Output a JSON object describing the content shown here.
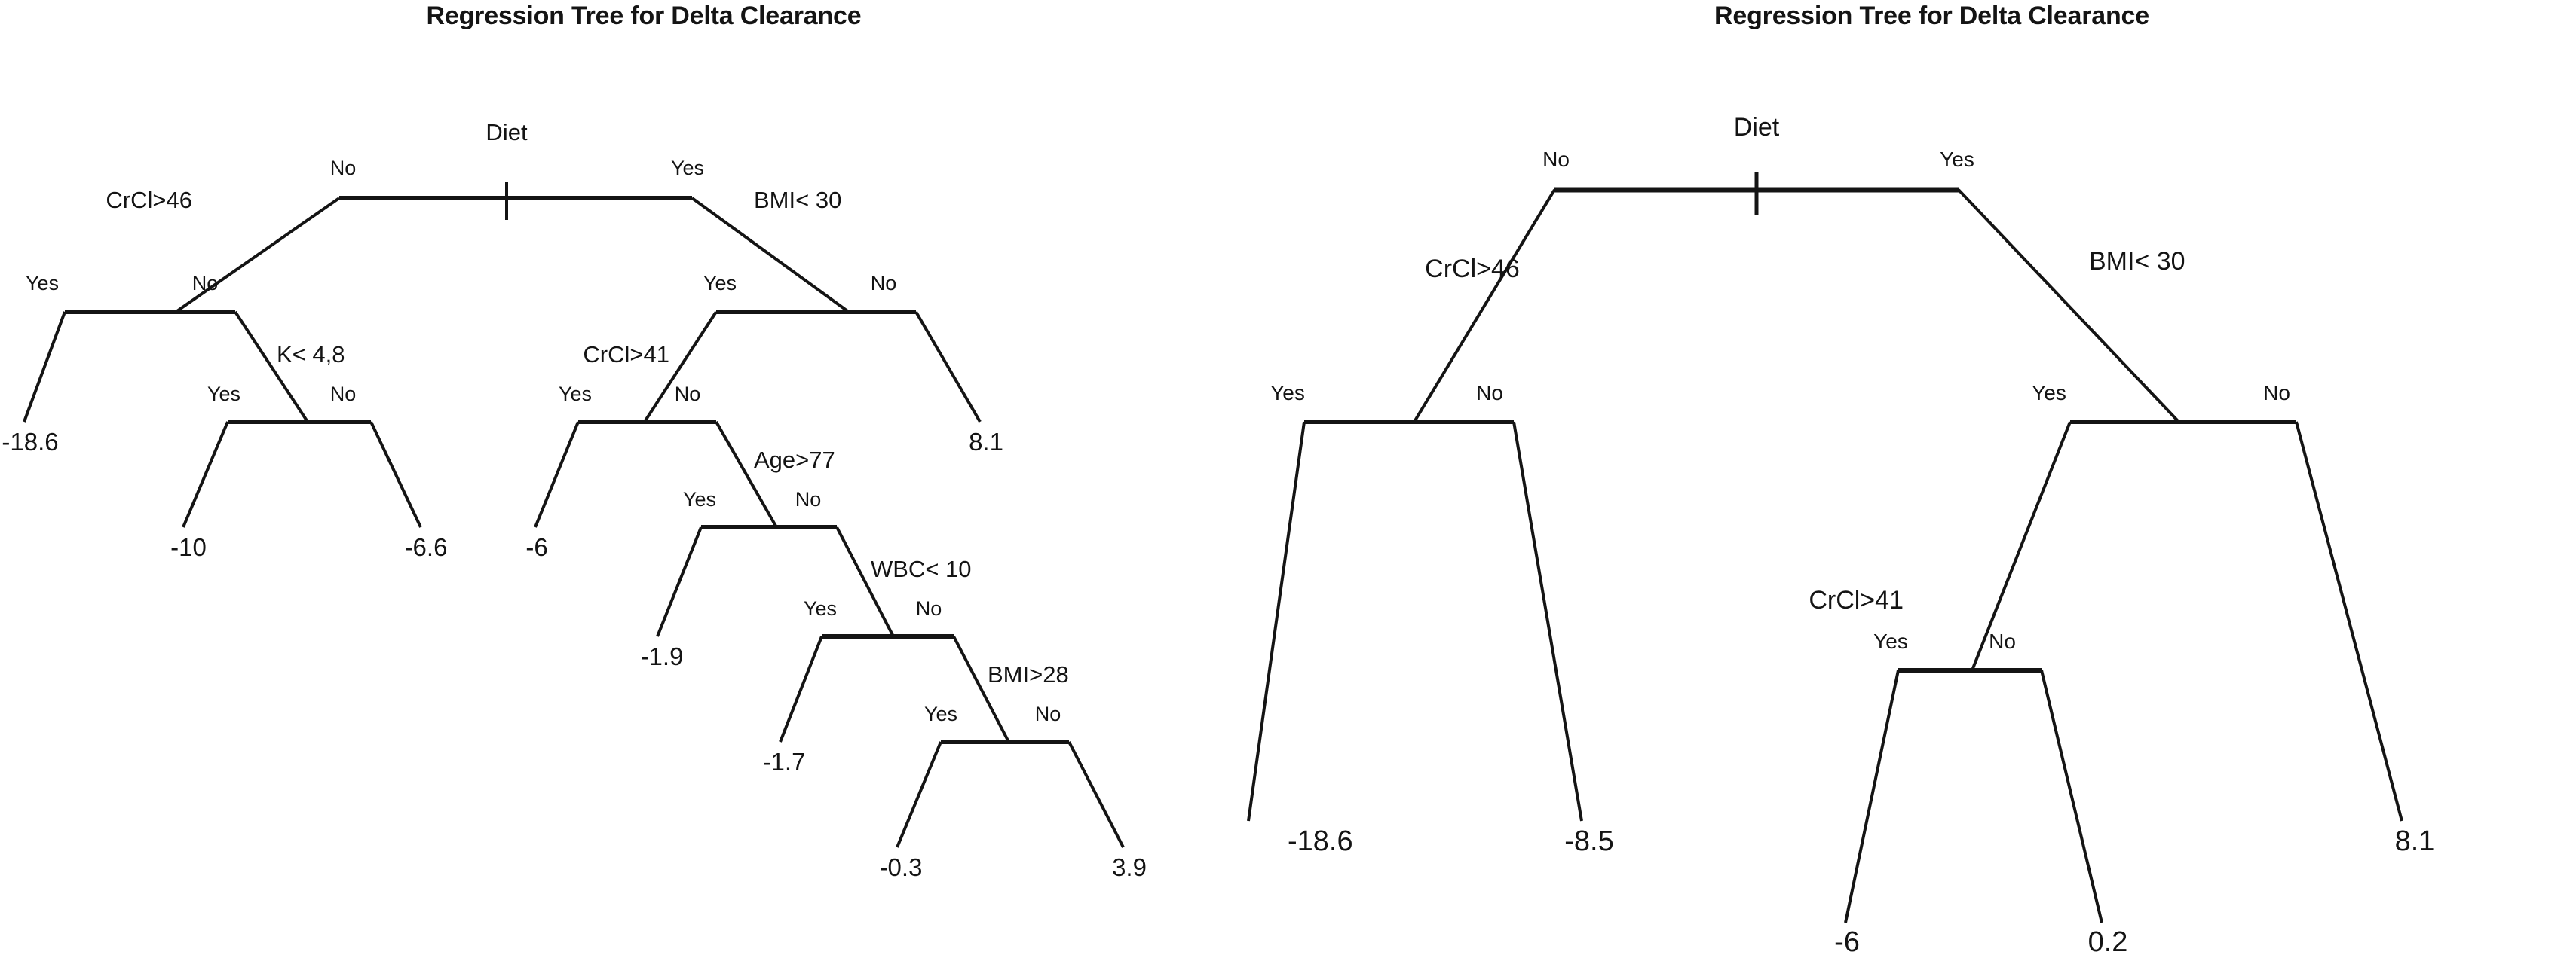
{
  "page": {
    "background_color": "#ffffff",
    "line_color": "#141414",
    "text_color": "#141414"
  },
  "panels": [
    {
      "id": "left",
      "title": "Regression Tree for Delta Clearance"
    },
    {
      "id": "right",
      "title": "Regression Tree for Delta Clearance"
    }
  ],
  "chart_data": [
    {
      "type": "diagram",
      "subtype": "regression-tree",
      "title": "Regression Tree for Delta Clearance",
      "panel": "left",
      "root": "Diet",
      "splits": [
        "Diet",
        "CrCl>46",
        "BMI< 30",
        "K< 4,8",
        "CrCl>41",
        "Age>77",
        "WBC< 10",
        "BMI>28"
      ],
      "branch_labels": [
        "No",
        "Yes"
      ],
      "leaves": [
        "-18.6",
        "-10",
        "-6.6",
        "-6",
        "-1.9",
        "-1.7",
        "-0.3",
        "3.9",
        "8.1"
      ],
      "nodes": [
        {
          "split": "Diet",
          "no": "CrCl>46",
          "yes": "BMI< 30"
        },
        {
          "split": "CrCl>46",
          "no": "K< 4,8",
          "yes": "-18.6"
        },
        {
          "split": "K< 4,8",
          "no": "-6.6",
          "yes": "-10"
        },
        {
          "split": "BMI< 30",
          "no": "8.1",
          "yes": "CrCl>41"
        },
        {
          "split": "CrCl>41",
          "no": "Age>77",
          "yes": "-6"
        },
        {
          "split": "Age>77",
          "no": "WBC< 10",
          "yes": "-1.9"
        },
        {
          "split": "WBC< 10",
          "no": "BMI>28",
          "yes": "-1.7"
        },
        {
          "split": "BMI>28",
          "no": "3.9",
          "yes": "-0.3"
        }
      ]
    },
    {
      "type": "diagram",
      "subtype": "regression-tree",
      "title": "Regression Tree for Delta Clearance",
      "panel": "right",
      "root": "Diet",
      "splits": [
        "Diet",
        "CrCl>46",
        "BMI< 30",
        "CrCl>41"
      ],
      "branch_labels": [
        "No",
        "Yes"
      ],
      "leaves": [
        "-18.6",
        "-8.5",
        "-6",
        "0.2",
        "8.1"
      ],
      "nodes": [
        {
          "split": "Diet",
          "no": "CrCl>46",
          "yes": "BMI< 30"
        },
        {
          "split": "CrCl>46",
          "no": "-8.5",
          "yes": "-18.6"
        },
        {
          "split": "BMI< 30",
          "no": "8.1",
          "yes": "CrCl>41"
        },
        {
          "split": "CrCl>41",
          "no": "0.2",
          "yes": "-6"
        }
      ]
    }
  ],
  "left_tree": {
    "title": "Regression Tree for Delta Clearance",
    "splits": {
      "diet": "Diet",
      "crcl46": "CrCl>46",
      "bmi30": "BMI< 30",
      "k48": "K< 4,8",
      "crcl41": "CrCl>41",
      "age77": "Age>77",
      "wbc10": "WBC< 10",
      "bmi28": "BMI>28"
    },
    "branches": {
      "diet_no": "No",
      "diet_yes": "Yes",
      "crcl46_yes": "Yes",
      "crcl46_no": "No",
      "k48_yes": "Yes",
      "k48_no": "No",
      "bmi30_yes": "Yes",
      "bmi30_no": "No",
      "crcl41_yes": "Yes",
      "crcl41_no": "No",
      "age77_yes": "Yes",
      "age77_no": "No",
      "wbc10_yes": "Yes",
      "wbc10_no": "No",
      "bmi28_yes": "Yes",
      "bmi28_no": "No"
    },
    "leaves": {
      "l1": "-18.6",
      "l2": "-10",
      "l3": "-6.6",
      "l4": "-6",
      "l5": "-1.9",
      "l6": "-1.7",
      "l7": "-0.3",
      "l8": "3.9",
      "l9": "8.1"
    }
  },
  "right_tree": {
    "title": "Regression Tree for Delta Clearance",
    "splits": {
      "diet": "Diet",
      "crcl46": "CrCl>46",
      "bmi30": "BMI< 30",
      "crcl41": "CrCl>41"
    },
    "branches": {
      "diet_no": "No",
      "diet_yes": "Yes",
      "crcl46_yes": "Yes",
      "crcl46_no": "No",
      "bmi30_yes": "Yes",
      "bmi30_no": "No",
      "crcl41_yes": "Yes",
      "crcl41_no": "No"
    },
    "leaves": {
      "l1": "-18.6",
      "l2": "-8.5",
      "l3": "-6",
      "l4": "0.2",
      "l5": "8.1"
    }
  }
}
